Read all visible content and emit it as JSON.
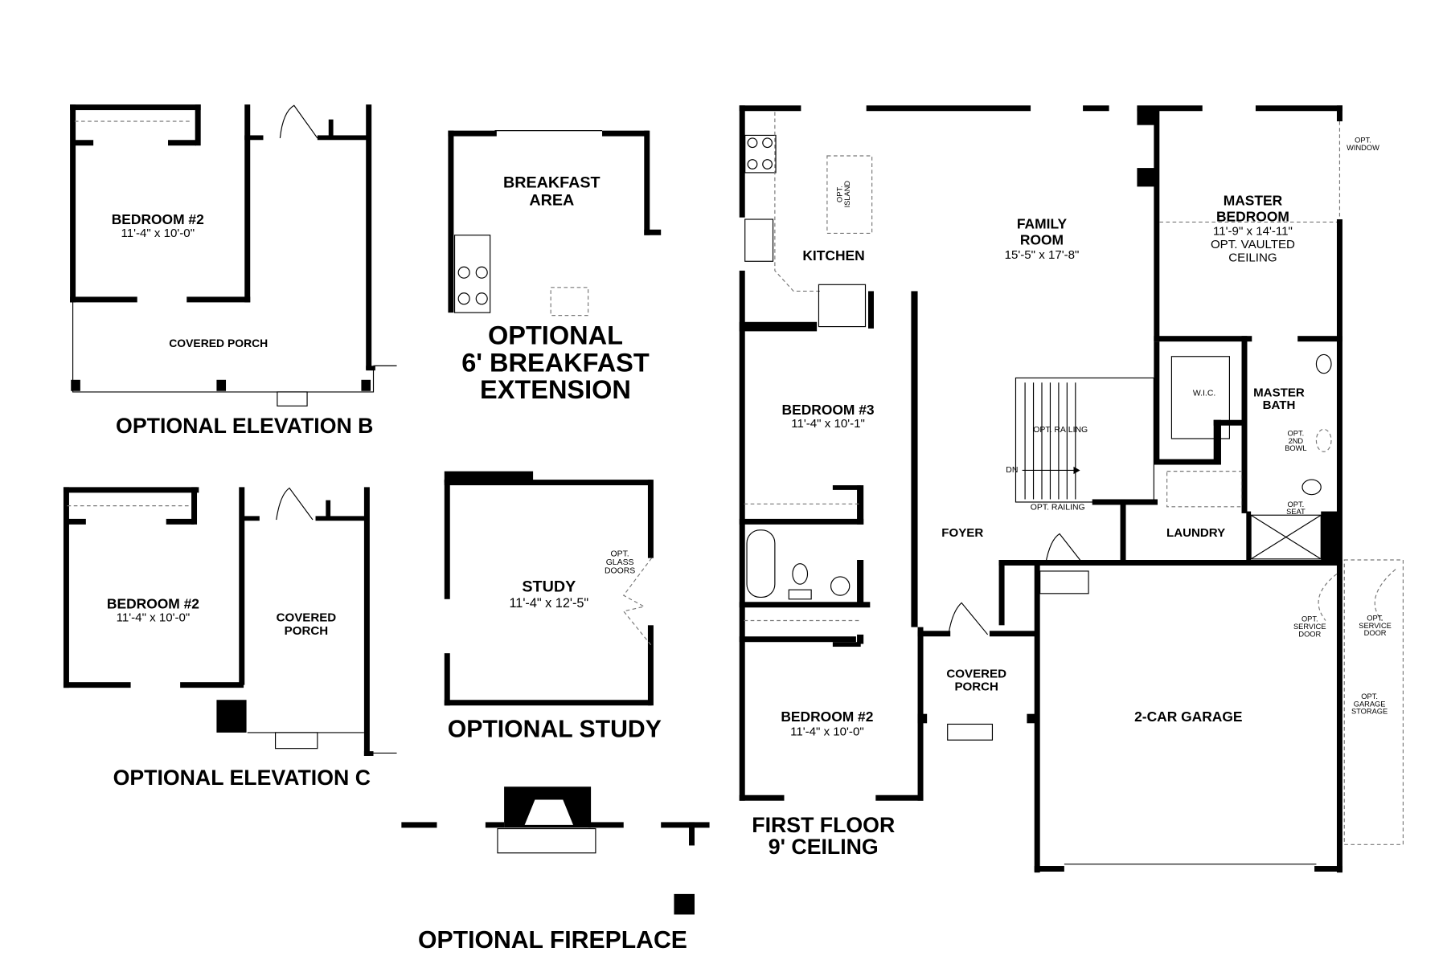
{
  "colors": {
    "background": "#ffffff",
    "walls": "#000000",
    "optional_lines": "#777777"
  },
  "first_floor": {
    "title_line1": "FIRST FLOOR",
    "title_line2": "9' CEILING",
    "rooms": {
      "kitchen": "KITCHEN",
      "opt_island_1": "OPT.",
      "opt_island_2": "ISLAND",
      "family_room_1": "FAMILY",
      "family_room_2": "ROOM",
      "family_room_dim": "15'-5\" x 17'-8\"",
      "master_bedroom_1": "MASTER",
      "master_bedroom_2": "BEDROOM",
      "master_bedroom_dim": "11'-9\" x 14'-11\"",
      "master_bedroom_note_1": "OPT. VAULTED",
      "master_bedroom_note_2": "CEILING",
      "opt_window_1": "OPT.",
      "opt_window_2": "WINDOW",
      "bedroom3": "BEDROOM #3",
      "bedroom3_dim": "11'-4\" x 10'-1\"",
      "opt_railing_top": "OPT. RAILING",
      "opt_railing_bottom": "OPT. RAILING",
      "stairs_dn": "DN",
      "wic": "W.I.C.",
      "master_bath_1": "MASTER",
      "master_bath_2": "BATH",
      "opt_2nd_bowl_1": "OPT.",
      "opt_2nd_bowl_2": "2ND",
      "opt_2nd_bowl_3": "BOWL",
      "opt_seat_1": "OPT.",
      "opt_seat_2": "SEAT",
      "foyer": "FOYER",
      "laundry": "LAUNDRY",
      "covered_porch_1": "COVERED",
      "covered_porch_2": "PORCH",
      "bedroom2": "BEDROOM #2",
      "bedroom2_dim": "11'-4\" x 10'-0\"",
      "garage": "2-CAR GARAGE",
      "opt_service_door_a": [
        "OPT.",
        "SERVICE",
        "DOOR"
      ],
      "opt_service_door_b": [
        "OPT.",
        "SERVICE",
        "DOOR"
      ],
      "opt_garage_storage": [
        "OPT.",
        "GARAGE",
        "STORAGE"
      ]
    }
  },
  "elevation_b": {
    "title": "OPTIONAL ELEVATION B",
    "bedroom": "BEDROOM #2",
    "bedroom_dim": "11'-4\" x 10'-0\"",
    "porch": "COVERED PORCH"
  },
  "breakfast": {
    "title_1": "OPTIONAL",
    "title_2": "6' BREAKFAST",
    "title_3": "EXTENSION",
    "room_1": "BREAKFAST",
    "room_2": "AREA"
  },
  "elevation_c": {
    "title": "OPTIONAL ELEVATION C",
    "bedroom": "BEDROOM #2",
    "bedroom_dim": "11'-4\" x 10'-0\"",
    "porch_1": "COVERED",
    "porch_2": "PORCH"
  },
  "study": {
    "title": "OPTIONAL STUDY",
    "room": "STUDY",
    "room_dim": "11'-4\" x 12'-5\"",
    "glass_doors": [
      "OPT.",
      "GLASS",
      "DOORS"
    ]
  },
  "fireplace": {
    "title": "OPTIONAL FIREPLACE"
  }
}
